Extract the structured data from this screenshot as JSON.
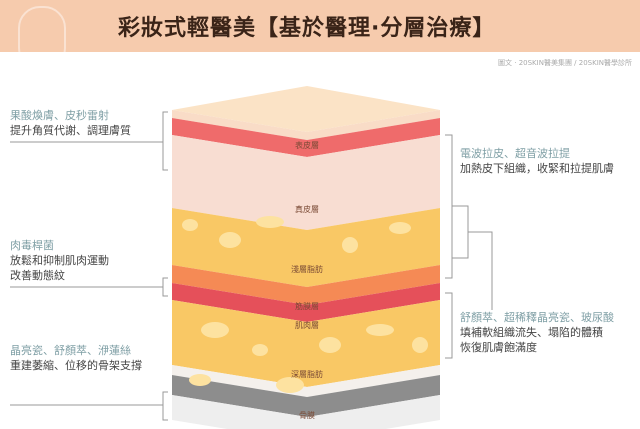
{
  "header": {
    "title": "彩妝式輕醫美【基於醫理·分層治療】",
    "credit": "圖文 · 20SKIN醫美集團 / 20SKIN醫學診所"
  },
  "layers": [
    "表皮層",
    "真皮層",
    "淺層脂肪",
    "筋膜層",
    "肌肉層",
    "深層脂肪",
    "骨膜"
  ],
  "left_notes": [
    {
      "heading": "果酸煥膚、皮秒雷射",
      "body": [
        "提升角質代謝、調理膚質"
      ]
    },
    {
      "heading": "肉毒桿菌",
      "body": [
        "放鬆和抑制肌肉運動",
        "改善動態紋"
      ]
    },
    {
      "heading": "晶亮瓷、舒顏萃、洢蓮絲",
      "body": [
        "重建萎縮、位移的骨架支撐"
      ]
    }
  ],
  "right_notes": [
    {
      "heading": "電波拉皮、超音波拉提",
      "body": [
        "加熱皮下組織，收緊和拉提肌膚"
      ]
    },
    {
      "heading": "舒顏萃、超稀釋晶亮瓷、玻尿酸",
      "body": [
        "填補軟組織流失、塌陷的體積",
        "恢復肌膚飽滿度"
      ]
    }
  ],
  "colors": {
    "header": "#f6cbad",
    "epidermis": "#ef6b6b",
    "dermis": "#f8ddd2",
    "fat": "#f9c865",
    "fascia": "#f58a55",
    "muscle": "#e5505a",
    "bone": "#8d8d8d",
    "note_heading": "#7f9fa5"
  }
}
